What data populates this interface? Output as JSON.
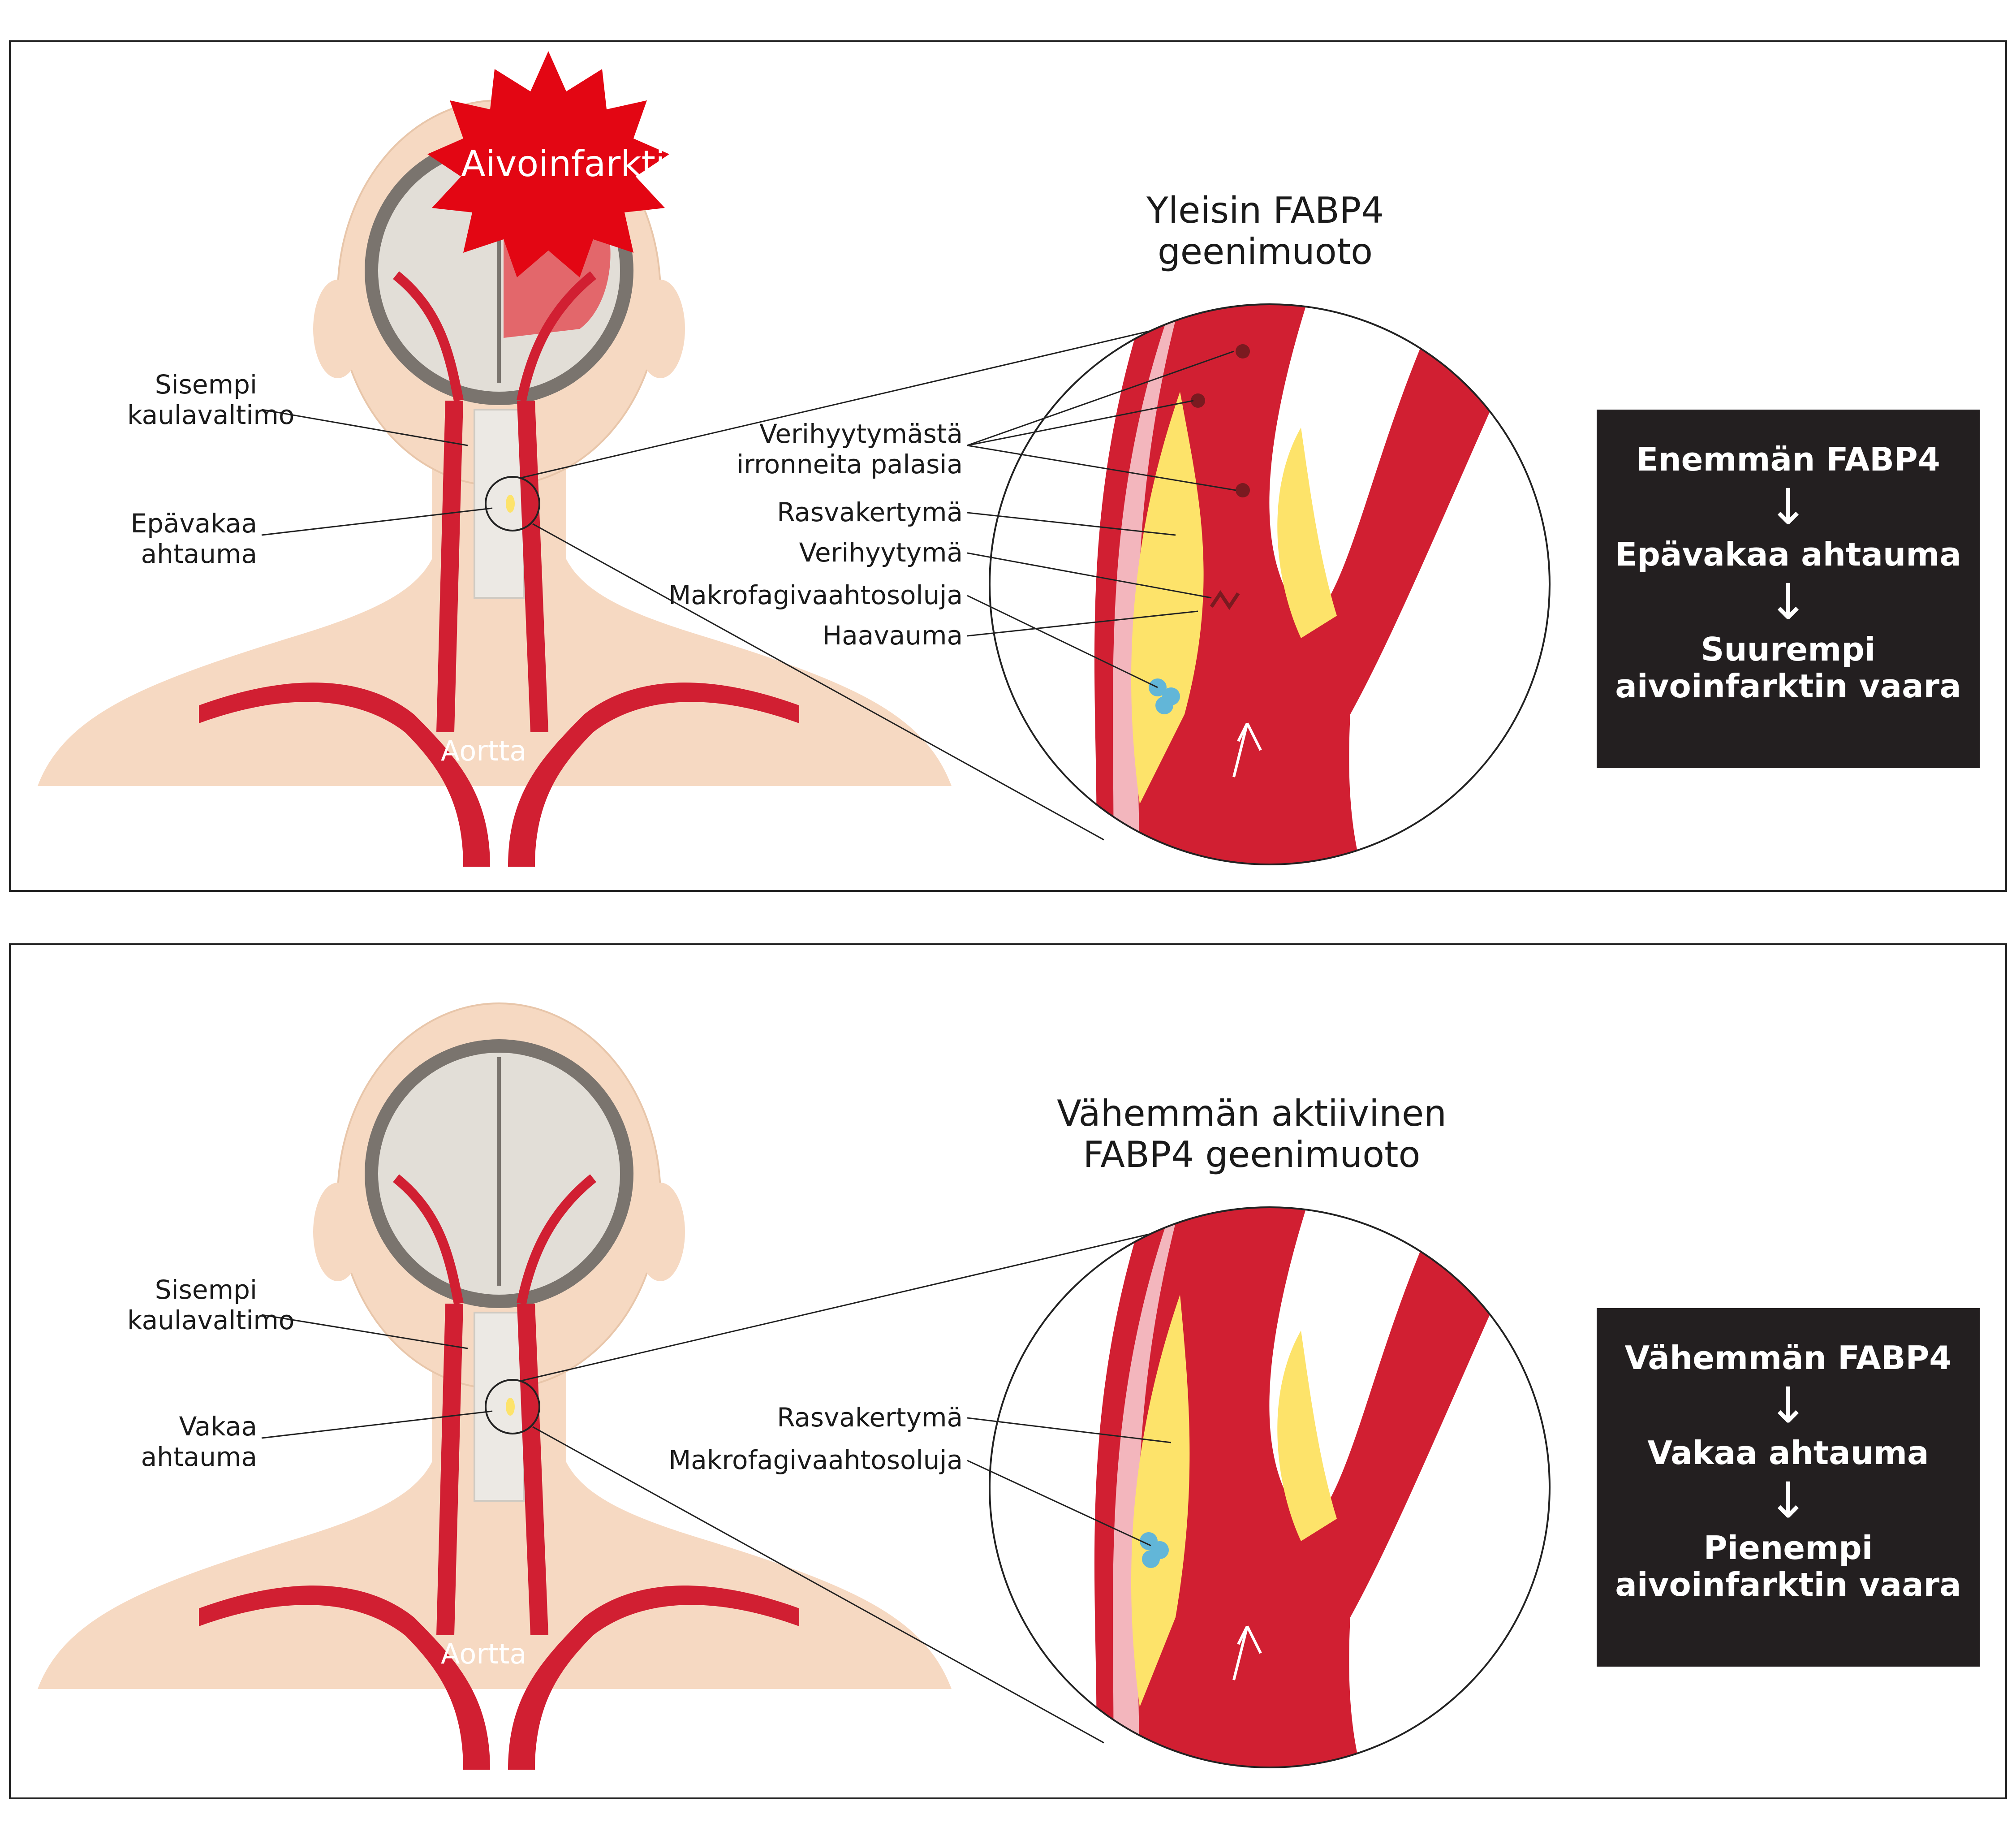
{
  "top": {
    "star_label": "Aivoinfarkti",
    "title_line1": "Yleisin FABP4",
    "title_line2": "geenimuoto",
    "aortta": "Aortta",
    "left_labels": [
      {
        "line1": "Sisempi",
        "line2": "kaulavaltimo"
      },
      {
        "line1": "Epävakaa",
        "line2": "ahtauma"
      }
    ],
    "mid_labels": [
      {
        "line1": "Verihyytymästä",
        "line2": "irronneita palasia"
      },
      {
        "line1": "Rasvakertymä"
      },
      {
        "line1": "Verihyytymä"
      },
      {
        "line1": "Makrofagivaahtosoluja"
      },
      {
        "line1": "Haavauma"
      }
    ],
    "box": {
      "line1": "Enemmän FABP4",
      "line2": "Epävakaa ahtauma",
      "line3a": "Suurempi",
      "line3b": "aivoinfarktin vaara",
      "arrow": "↓"
    }
  },
  "bottom": {
    "title_line1": "Vähemmän aktiivinen",
    "title_line2": "FABP4 geenimuoto",
    "aortta": "Aortta",
    "left_labels": [
      {
        "line1": "Sisempi",
        "line2": "kaulavaltimo"
      },
      {
        "line1": "Vakaa",
        "line2": "ahtauma"
      }
    ],
    "mid_labels": [
      {
        "line1": "Rasvakertymä"
      },
      {
        "line1": "Makrofagivaahtosoluja"
      }
    ],
    "box": {
      "line1": "Vähemmän FABP4",
      "line2": "Vakaa ahtauma",
      "line3a": "Pienempi",
      "line3b": "aivoinfarktin vaara",
      "arrow": "↓"
    }
  },
  "colors": {
    "artery": "#d11f32",
    "skin": "#f6d9c2",
    "plaque": "#fde36a",
    "box": "#231f20",
    "infarct": "#e30613"
  }
}
